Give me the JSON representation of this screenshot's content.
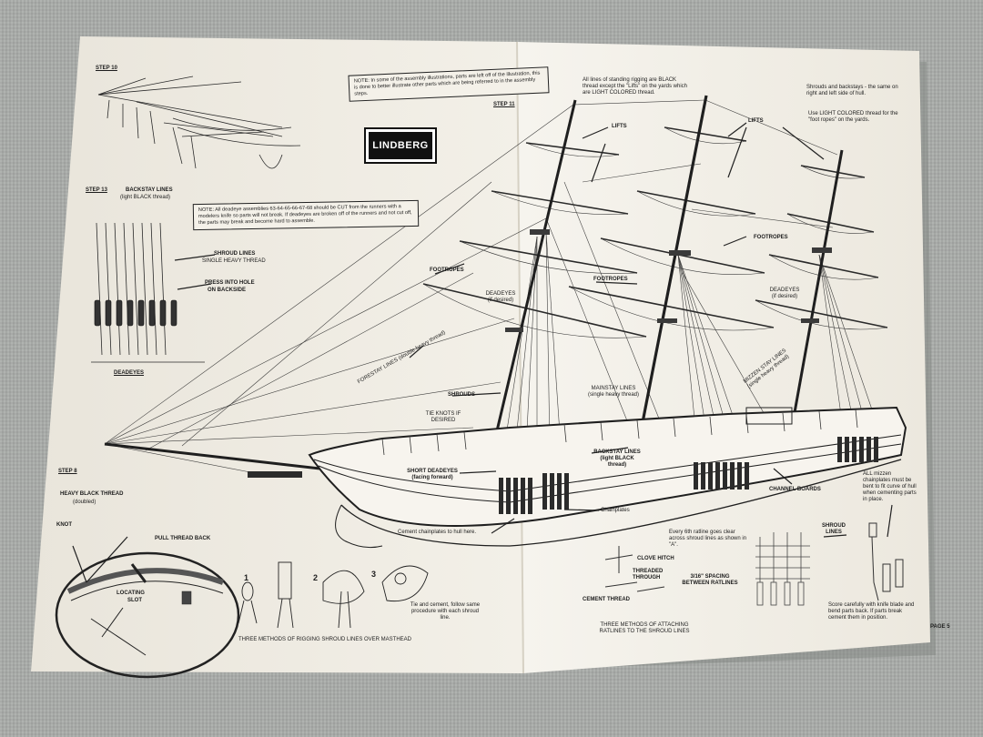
{
  "brand": "LINDBERG",
  "page_number": "PAGE 5",
  "notes": {
    "top": "NOTE: In some of the assembly illustrations, parts are left off of the illustration, this is done to better illustrate other parts which are being referred to in the assembly steps.",
    "deadeyes": "NOTE: All deadeye assemblies 63-64-65-66-67-68 should be CUT from the runners with a modelers knife so parts will not break. If deadeyes are broken off of the runners and not cut off, the parts may break and become hard to assemble."
  },
  "steps": {
    "step10": "STEP 10",
    "step11": "STEP 11",
    "step13": "STEP 13",
    "step8": "STEP 8"
  },
  "left_panel": {
    "backstay_title": "BACKSTAY LINES",
    "backstay_sub": "(light BLACK thread)",
    "shroud_lines": "SHROUD LINES",
    "single_heavy": "SINGLE HEAVY THREAD",
    "press_into_hole": "PRESS INTO HOLE",
    "on_backside": "ON BACKSIDE",
    "deadeyes": "DEADEYES",
    "heavy_black": "HEAVY BLACK THREAD",
    "doubled": "(doubled)",
    "knot": "KNOT",
    "pull_thread_back": "PULL THREAD BACK",
    "locating": "LOCATING",
    "slot": "SLOT",
    "three_methods_masthead": "THREE METHODS OF RIGGING SHROUD LINES OVER MASTHEAD",
    "tie_and_cement": "Tie and cement, follow same procedure with each shroud line.",
    "method_numbers": [
      "1",
      "2",
      "3"
    ]
  },
  "ship_labels": {
    "footropes_left": "FOOTROPES",
    "footropes_mid": "FOOTROPES",
    "footropes_right": "FOOTROPES",
    "deadeyes_if_desired_left": "DEADEYES (if desired)",
    "deadeyes_if_desired_right": "DEADEYES (if desired)",
    "lifts_left": "LIFTS",
    "lifts_right": "LIFTS",
    "forestay_lines": "FORESTAY LINES (double heavy thread)",
    "shrouds": "SHROUDS",
    "tie_knots": "TIE KNOTS IF DESIRED",
    "mainstay_lines": "MAINSTAY LINES (single heavy thread)",
    "mizzen_stay_lines": "MIZZEN STAY LINES (single heavy thread)",
    "backstay_lines": "BACKSTAY LINES (light BLACK thread)",
    "short_deadeyes": "SHORT DEADEYES (facing forward)",
    "channel_boards": "CHANNEL BOARDS",
    "chainplates": "Chainplates",
    "cement_chainplates": "Cement chainplates to hull here."
  },
  "right_notes": {
    "standing_rigging": "All lines of standing rigging are BLACK thread except the \"Lifts\" on the yards which are LIGHT COLORED thread.",
    "shrouds_backstays": "Shrouds and backstays - the same on right and left side of hull.",
    "light_colored": "Use LIGHT COLORED thread for the \"foot ropes\" on the yards.",
    "mizzen_chainplates": "ALL mizzen chainplates must be bent to fit curve of hull when cementing parts in place.",
    "every_6th": "Every 6th ratline goes clear across shroud lines as shown in \"A\".",
    "clove_hitch": "CLOVE HITCH",
    "threaded_through": "THREADED THROUGH",
    "cement_thread": "CEMENT THREAD",
    "spacing": "3/16\" SPACING BETWEEN RATLINES",
    "three_methods_ratlines": "THREE METHODS OF ATTACHING RATLINES TO THE SHROUD LINES",
    "shroud_lines": "SHROUD LINES",
    "score_carefully": "Score carefully with knife blade and bend parts back. If parts break cement them in position."
  }
}
